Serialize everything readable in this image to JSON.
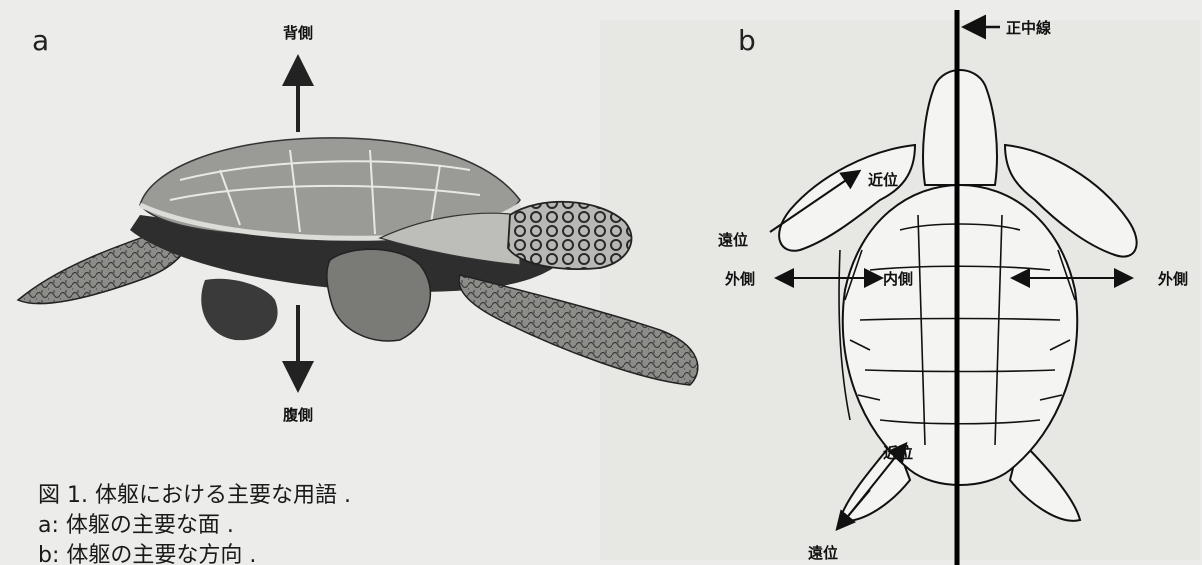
{
  "panel_a": {
    "letter": "a",
    "label_dorsal": "背側",
    "label_ventral": "腹側"
  },
  "panel_b": {
    "letter": "b",
    "label_midline": "正中線",
    "label_proximal_upper": "近位",
    "label_distal_upper": "遠位",
    "label_lateral_left": "外側",
    "label_medial": "内側",
    "label_lateral_right": "外側",
    "label_proximal_lower": "近位",
    "label_distal_lower": "遠位"
  },
  "caption": {
    "title": "図 1.  体躯における主要な用語 .",
    "line_a": "a: 体躯の主要な面 .",
    "line_b": "b: 体躯の主要な方向 ."
  },
  "colors": {
    "background": "#ececea",
    "ink": "#111111",
    "shell": "#9a9a96",
    "body_dark": "#2e2e2e"
  }
}
